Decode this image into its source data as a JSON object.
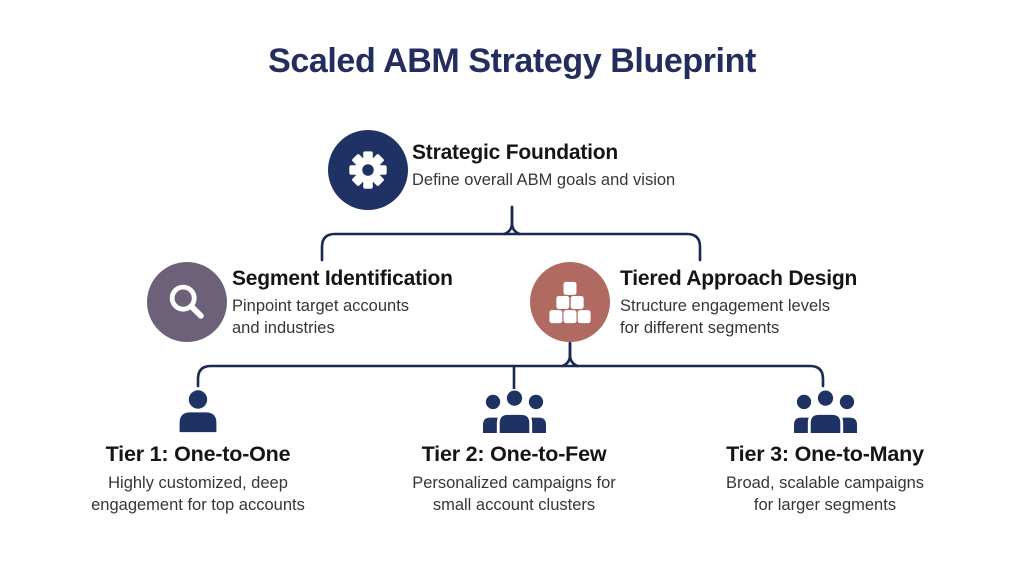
{
  "title": "Scaled ABM Strategy Blueprint",
  "root": {
    "title": "Strategic Foundation",
    "subtitle": "Define overall ABM goals and vision",
    "icon": "gear-icon",
    "circle_color": "#1e3263"
  },
  "branches": [
    {
      "title": "Segment Identification",
      "subtitle_lines": [
        "Pinpoint target accounts",
        "and industries"
      ],
      "icon": "magnifier-icon",
      "circle_color": "#6d6179"
    },
    {
      "title": "Tiered Approach Design",
      "subtitle_lines": [
        "Structure engagement levels",
        "for different segments"
      ],
      "icon": "blocks-icon",
      "circle_color": "#b06a62"
    }
  ],
  "tiers": [
    {
      "title": "Tier 1: One-to-One",
      "subtitle_lines": [
        "Highly customized, deep",
        "engagement for top accounts"
      ],
      "icon": "person-icon"
    },
    {
      "title": "Tier 2: One-to-Few",
      "subtitle_lines": [
        "Personalized campaigns for",
        "small account clusters"
      ],
      "icon": "people-icon"
    },
    {
      "title": "Tier 3: One-to-Many",
      "subtitle_lines": [
        "Broad, scalable campaigns",
        "for larger segments"
      ],
      "icon": "people-icon"
    }
  ],
  "colors": {
    "navy": "#1e3263",
    "line": "#1b2850",
    "title_text": "#232e5e",
    "heading_text": "#151515",
    "body_text": "#363636",
    "purple": "#6d6179",
    "terracotta": "#b06a62",
    "background": "#ffffff"
  }
}
